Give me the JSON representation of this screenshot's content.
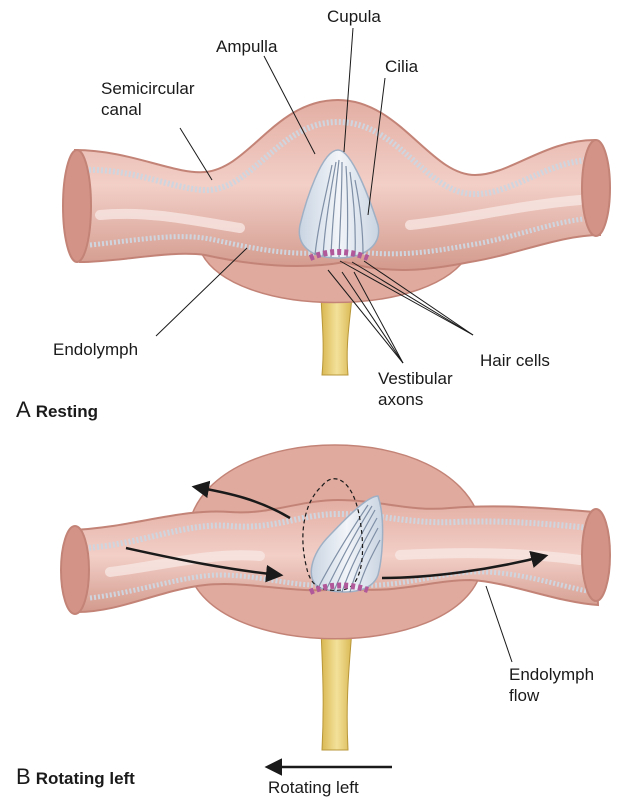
{
  "colors": {
    "canal_outer": "#dca89c",
    "canal_rim": "#c98a7c",
    "canal_inner": "#efc6bc",
    "lining": "#cfd5df",
    "cupula": "#dfe7ef",
    "nerve": "#e5c96b",
    "hair_cells": "#b0589a",
    "line": "#1a1a1a"
  },
  "panel_a": {
    "letter": "A",
    "title": "Resting",
    "labels": {
      "cupula": "Cupula",
      "ampulla": "Ampulla",
      "cilia": "Cilia",
      "semicircular_canal": "Semicircular\ncanal",
      "endolymph": "Endolymph",
      "hair_cells": "Hair cells",
      "vestibular_axons": "Vestibular\naxons"
    }
  },
  "panel_b": {
    "letter": "B",
    "title": "Rotating left",
    "labels": {
      "endolymph_flow": "Endolymph\nflow",
      "rotating_left": "Rotating left"
    }
  }
}
